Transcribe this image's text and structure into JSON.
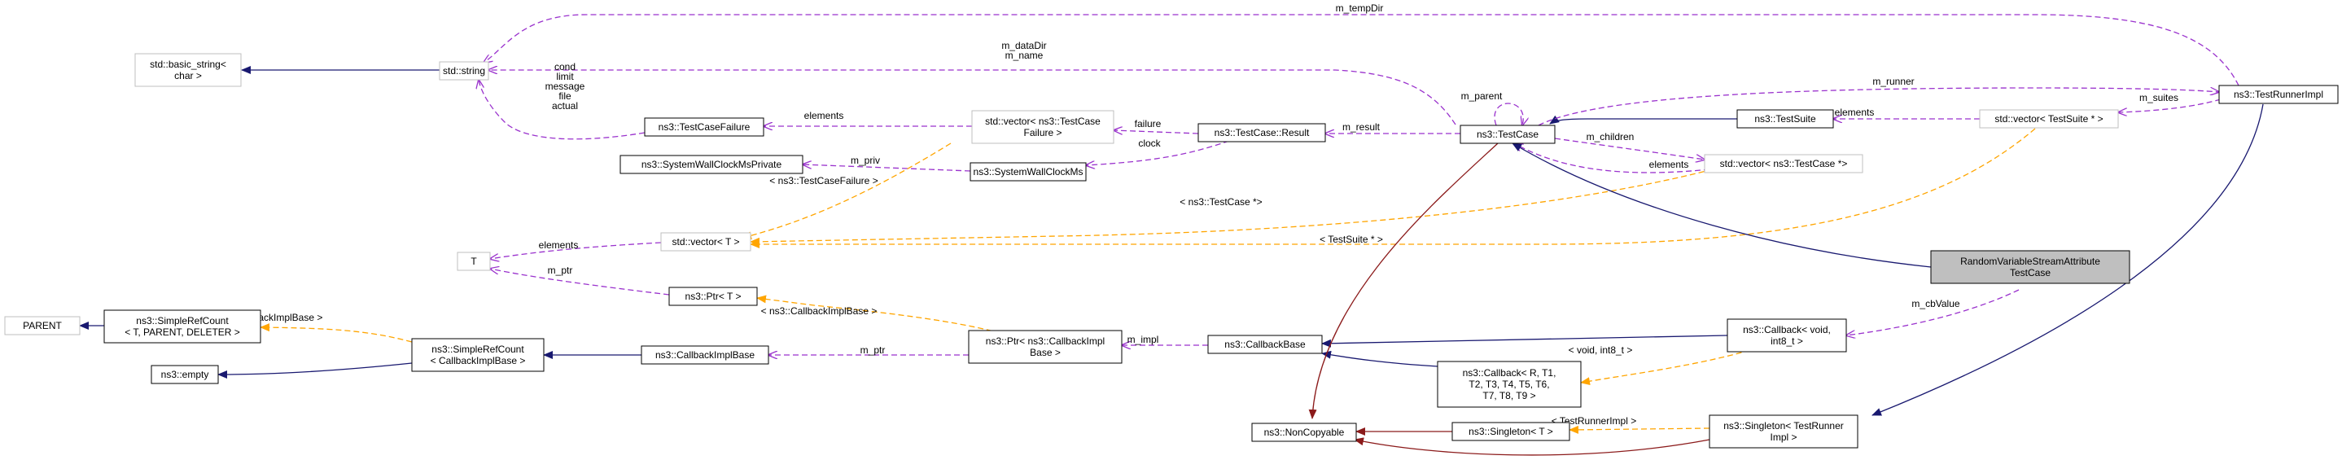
{
  "colors": {
    "inherit": "#191970",
    "member": "#9a32cd",
    "template": "#ffa500",
    "private": "#8b1a1a",
    "node_border": "#000000",
    "external_border": "#bfbfbf",
    "highlight_fill": "#bfbfbf"
  },
  "nodes": [
    {
      "id": "basic_string",
      "lines": [
        "std::basic_string<",
        "char >"
      ],
      "style": "ext"
    },
    {
      "id": "string",
      "lines": [
        "std::string"
      ],
      "style": "ext"
    },
    {
      "id": "TestCaseFailure",
      "lines": [
        "ns3::TestCaseFailure"
      ],
      "style": "normal"
    },
    {
      "id": "SWCMP",
      "lines": [
        "ns3::SystemWallClockMsPrivate"
      ],
      "style": "normal"
    },
    {
      "id": "vecTCF",
      "lines": [
        "std::vector< ns3::TestCase",
        "Failure >"
      ],
      "style": "ext"
    },
    {
      "id": "SWCM",
      "lines": [
        "ns3::SystemWallClockMs"
      ],
      "style": "normal"
    },
    {
      "id": "Result",
      "lines": [
        "ns3::TestCase::Result"
      ],
      "style": "normal"
    },
    {
      "id": "TestCase",
      "lines": [
        "ns3::TestCase"
      ],
      "style": "normal"
    },
    {
      "id": "TestSuite",
      "lines": [
        "ns3::TestSuite"
      ],
      "style": "normal"
    },
    {
      "id": "vecTS",
      "lines": [
        "std::vector< TestSuite * >"
      ],
      "style": "ext"
    },
    {
      "id": "TRI",
      "lines": [
        "ns3::TestRunnerImpl"
      ],
      "style": "normal"
    },
    {
      "id": "vecTC",
      "lines": [
        "std::vector< ns3::TestCase *>"
      ],
      "style": "ext"
    },
    {
      "id": "vecT",
      "lines": [
        "std::vector< T >"
      ],
      "style": "ext"
    },
    {
      "id": "T",
      "lines": [
        "T"
      ],
      "style": "ext"
    },
    {
      "id": "PtrT",
      "lines": [
        "ns3::Ptr< T >"
      ],
      "style": "normal"
    },
    {
      "id": "PARENT",
      "lines": [
        "PARENT"
      ],
      "style": "ext"
    },
    {
      "id": "SRC3",
      "lines": [
        "ns3::SimpleRefCount",
        "< T, PARENT, DELETER >"
      ],
      "style": "normal"
    },
    {
      "id": "empty",
      "lines": [
        "ns3::empty"
      ],
      "style": "normal"
    },
    {
      "id": "SRCCIB",
      "lines": [
        "ns3::SimpleRefCount",
        "< CallbackImplBase >"
      ],
      "style": "normal"
    },
    {
      "id": "CIB",
      "lines": [
        "ns3::CallbackImplBase"
      ],
      "style": "normal"
    },
    {
      "id": "PtrCIB",
      "lines": [
        "ns3::Ptr< ns3::CallbackImpl",
        "Base >"
      ],
      "style": "normal"
    },
    {
      "id": "CB",
      "lines": [
        "ns3::CallbackBase"
      ],
      "style": "normal"
    },
    {
      "id": "RVSA",
      "lines": [
        "RandomVariableStreamAttribute",
        "TestCase"
      ],
      "style": "hl"
    },
    {
      "id": "CBvoid",
      "lines": [
        "ns3::Callback< void,",
        "int8_t >"
      ],
      "style": "normal"
    },
    {
      "id": "CBR",
      "lines": [
        "ns3::Callback< R, T1,",
        "T2, T3, T4, T5, T6,",
        "T7, T8, T9 >"
      ],
      "style": "normal"
    },
    {
      "id": "NonCopyable",
      "lines": [
        "ns3::NonCopyable"
      ],
      "style": "normal"
    },
    {
      "id": "SingT",
      "lines": [
        "ns3::Singleton< T >"
      ],
      "style": "normal"
    },
    {
      "id": "SingTRI",
      "lines": [
        "ns3::Singleton< TestRunner",
        "Impl >"
      ],
      "style": "normal"
    }
  ],
  "edges": [
    {
      "id": "e1",
      "kind": "inherit",
      "label": ""
    },
    {
      "id": "e2",
      "kind": "member",
      "label": "m_tempDir"
    },
    {
      "id": "e3",
      "kind": "member",
      "label": "m_dataDir\nm_name"
    },
    {
      "id": "e4",
      "kind": "member",
      "label": "cond\nlimit\nmessage\nfile\nactual"
    },
    {
      "id": "e5",
      "kind": "member",
      "label": "elements"
    },
    {
      "id": "e6",
      "kind": "member",
      "label": "failure"
    },
    {
      "id": "e7",
      "kind": "member",
      "label": "m_priv"
    },
    {
      "id": "e8",
      "kind": "member",
      "label": "clock"
    },
    {
      "id": "e9",
      "kind": "member",
      "label": "m_result"
    },
    {
      "id": "e10",
      "kind": "member",
      "label": "m_parent"
    },
    {
      "id": "e11",
      "kind": "inherit",
      "label": ""
    },
    {
      "id": "e12",
      "kind": "member",
      "label": "elements"
    },
    {
      "id": "e13",
      "kind": "member",
      "label": "m_suites"
    },
    {
      "id": "e14",
      "kind": "member",
      "label": "m_runner"
    },
    {
      "id": "e15",
      "kind": "member",
      "label": "m_children"
    },
    {
      "id": "e16",
      "kind": "member",
      "label": "elements"
    },
    {
      "id": "e17",
      "kind": "template",
      "label": "< ns3::TestCaseFailure >"
    },
    {
      "id": "e18",
      "kind": "template",
      "label": "< ns3::TestCase *>"
    },
    {
      "id": "e19",
      "kind": "template",
      "label": "< TestSuite * >"
    },
    {
      "id": "e20",
      "kind": "member",
      "label": "elements"
    },
    {
      "id": "e21",
      "kind": "member",
      "label": "m_ptr"
    },
    {
      "id": "e22",
      "kind": "inherit",
      "label": ""
    },
    {
      "id": "e23",
      "kind": "template",
      "label": "< CallbackImplBase >"
    },
    {
      "id": "e24",
      "kind": "inherit",
      "label": ""
    },
    {
      "id": "e25",
      "kind": "inherit",
      "label": ""
    },
    {
      "id": "e26",
      "kind": "member",
      "label": "m_ptr"
    },
    {
      "id": "e27",
      "kind": "template",
      "label": "< ns3::CallbackImplBase >"
    },
    {
      "id": "e28",
      "kind": "member",
      "label": "m_impl"
    },
    {
      "id": "e29",
      "kind": "inherit",
      "label": ""
    },
    {
      "id": "e30",
      "kind": "inherit",
      "label": ""
    },
    {
      "id": "e31",
      "kind": "template",
      "label": "< void, int8_t >"
    },
    {
      "id": "e32",
      "kind": "member",
      "label": "m_cbValue"
    },
    {
      "id": "e33",
      "kind": "inherit",
      "label": ""
    },
    {
      "id": "e34",
      "kind": "private",
      "label": ""
    },
    {
      "id": "e35",
      "kind": "private",
      "label": ""
    },
    {
      "id": "e36",
      "kind": "private",
      "label": ""
    },
    {
      "id": "e37",
      "kind": "template",
      "label": "< TestRunnerImpl >"
    },
    {
      "id": "e38",
      "kind": "inherit",
      "label": ""
    }
  ]
}
